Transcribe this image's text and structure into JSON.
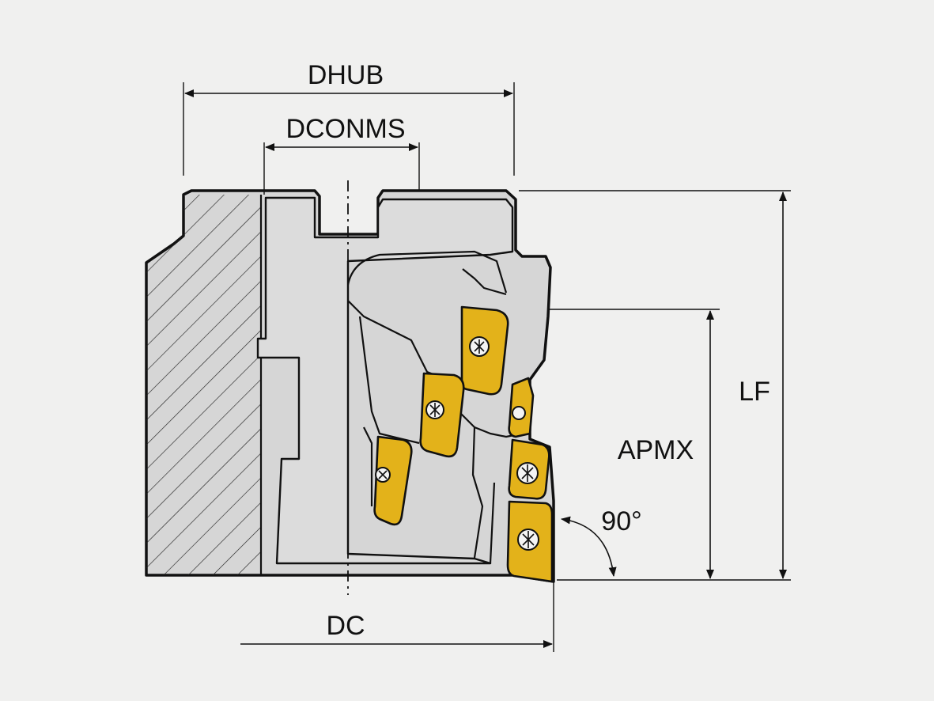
{
  "labels": {
    "dhub": "DHUB",
    "dconms": "DCONMS",
    "lf": "LF",
    "apmx": "APMX",
    "angle": "90°",
    "dc": "DC"
  },
  "colors": {
    "background": "#f0f0ef",
    "body": "#d6d6d6",
    "insert": "#e3b21a",
    "line": "#111111"
  }
}
